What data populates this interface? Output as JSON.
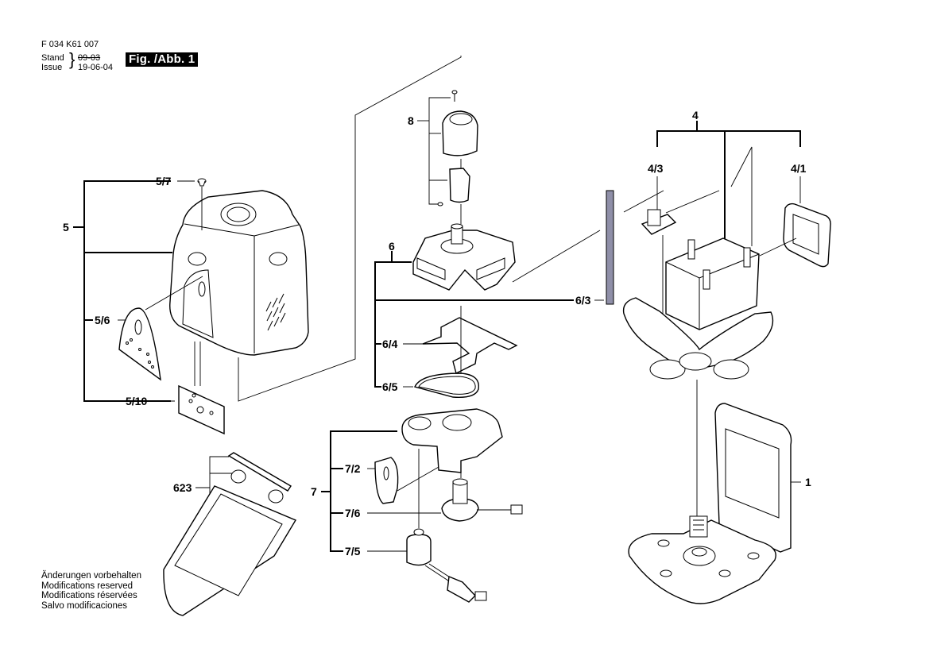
{
  "header": {
    "doc_number": "F 034 K61 007",
    "stand_label": "Stand",
    "issue_label": "Issue",
    "stand_date": "09-03",
    "issue_date": "19-06-04",
    "figure_label": "Fig. /Abb. 1"
  },
  "footer": {
    "lines": [
      "Änderungen vorbehalten",
      "Modifications reserved",
      "Modifications réservées",
      "Salvo modificaciones"
    ]
  },
  "parts": {
    "p1": "1",
    "p4": "4",
    "p4_1": "4/1",
    "p4_3": "4/3",
    "p5": "5",
    "p5_6": "5/6",
    "p5_7": "5/7",
    "p5_10": "5/10",
    "p6": "6",
    "p6_3": "6/3",
    "p6_4": "6/4",
    "p6_5": "6/5",
    "p7": "7",
    "p7_2": "7/2",
    "p7_5": "7/5",
    "p7_6": "7/6",
    "p8": "8",
    "p623": "623"
  }
}
